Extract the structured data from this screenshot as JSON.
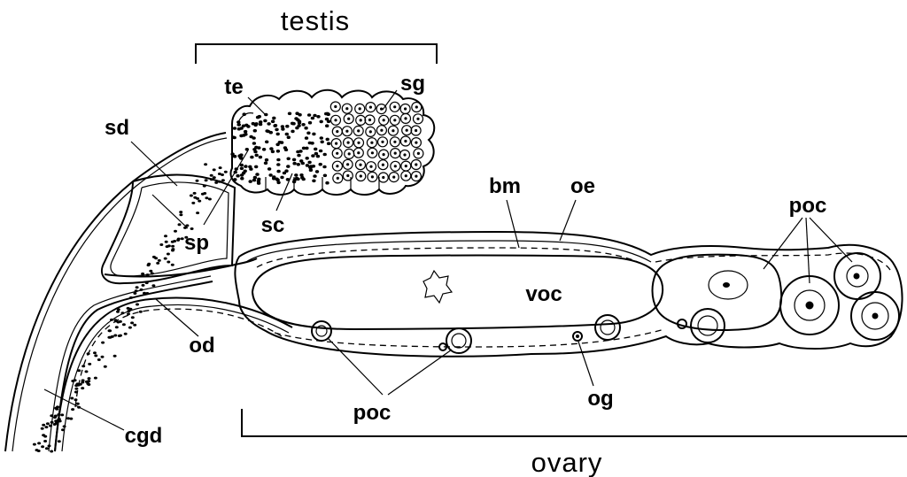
{
  "labels": {
    "testis": "testis",
    "ovary": "ovary",
    "te": "te",
    "sg": "sg",
    "sd": "sd",
    "sc": "sc",
    "sp": "sp",
    "bm": "bm",
    "oe": "oe",
    "poc_top": "poc",
    "voc": "voc",
    "od": "od",
    "poc_bottom": "poc",
    "og": "og",
    "cgd": "cgd"
  }
}
